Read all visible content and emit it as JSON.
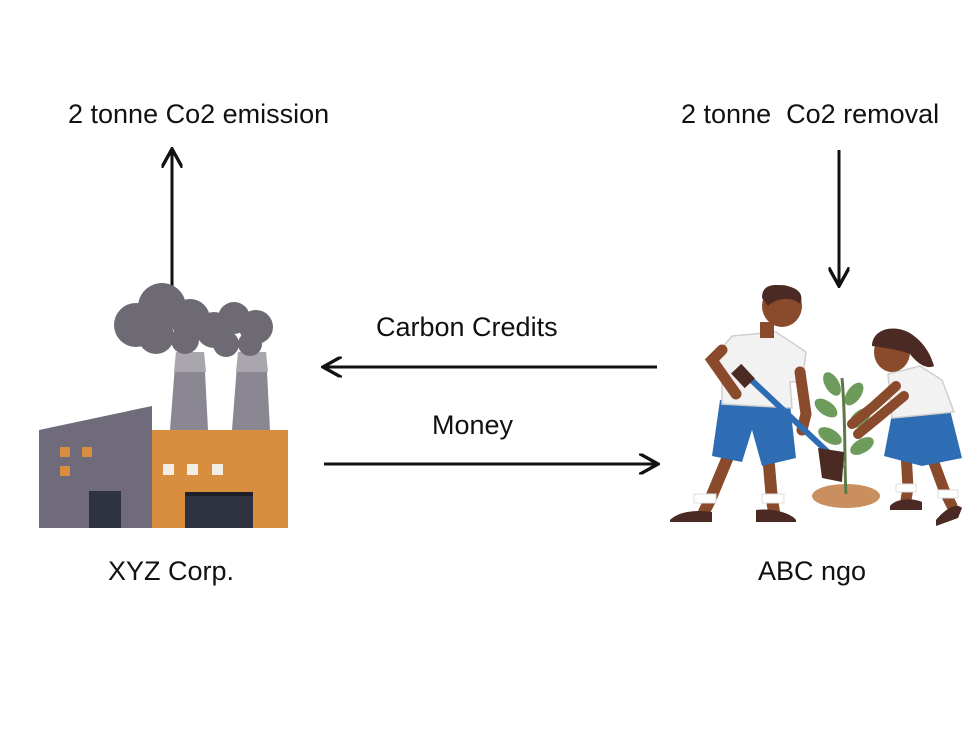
{
  "emission_label": "2 tonne Co2 emission",
  "removal_label": "2 tonne  Co2 removal",
  "credits_label": "Carbon Credits",
  "money_label": "Money",
  "company_label": "XYZ Corp.",
  "ngo_label": "ABC ngo",
  "icons": {
    "factory": "factory-icon",
    "tree_planting": "tree-planting-icon"
  },
  "colors": {
    "factory_orange": "#d98e3f",
    "factory_gray": "#6f6b7b",
    "smoke": "#6e6a73",
    "shirt": "#f2f2f2",
    "shorts": "#2e6db3",
    "plant": "#6d9b5b",
    "soil": "#c98f5f"
  }
}
